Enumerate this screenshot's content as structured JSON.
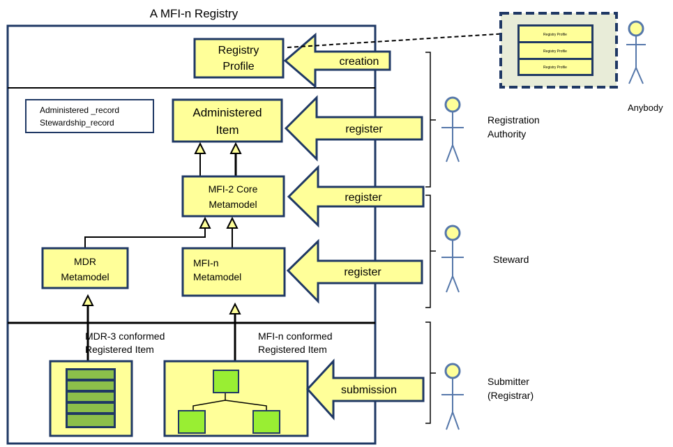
{
  "registry": {
    "title": "A MFI-n Registry",
    "registry_profile": [
      "Registry",
      "Profile"
    ],
    "records_note": [
      "Administered _record",
      "Stewardship_record"
    ],
    "administered_item": [
      "Administered",
      "Item"
    ],
    "core_metamodel": [
      "MFI-2 Core",
      "Metamodel"
    ],
    "mdr_metamodel": [
      "MDR",
      "Metamodel"
    ],
    "mfin_metamodel": [
      "MFI-n",
      "Metamodel"
    ],
    "mdr3_label": [
      "MDR-3 conformed",
      "Registered Item"
    ],
    "mfin_label": [
      "MFI-n conformed",
      "Registered Item"
    ]
  },
  "arrows": {
    "creation": "creation",
    "register_1": "register",
    "register_2": "register",
    "register_3": "register",
    "submission": "submission"
  },
  "actors": {
    "anybody": "Anybody",
    "registration_authority": [
      "Registration",
      "Authority"
    ],
    "steward": "Steward",
    "submitter": [
      "Submitter",
      "(Registrar)"
    ]
  },
  "profile_panel": {
    "items": [
      "Registry Profile",
      "Registry Profile",
      "Registry Profile"
    ]
  },
  "colors": {
    "box_fill": "#ffff99",
    "box_stroke": "#1f3864",
    "green": "#99ee33",
    "striped_green": "#8cbf4a",
    "panel_fill": "#e8ecd8",
    "actor_stroke": "#5577aa"
  }
}
